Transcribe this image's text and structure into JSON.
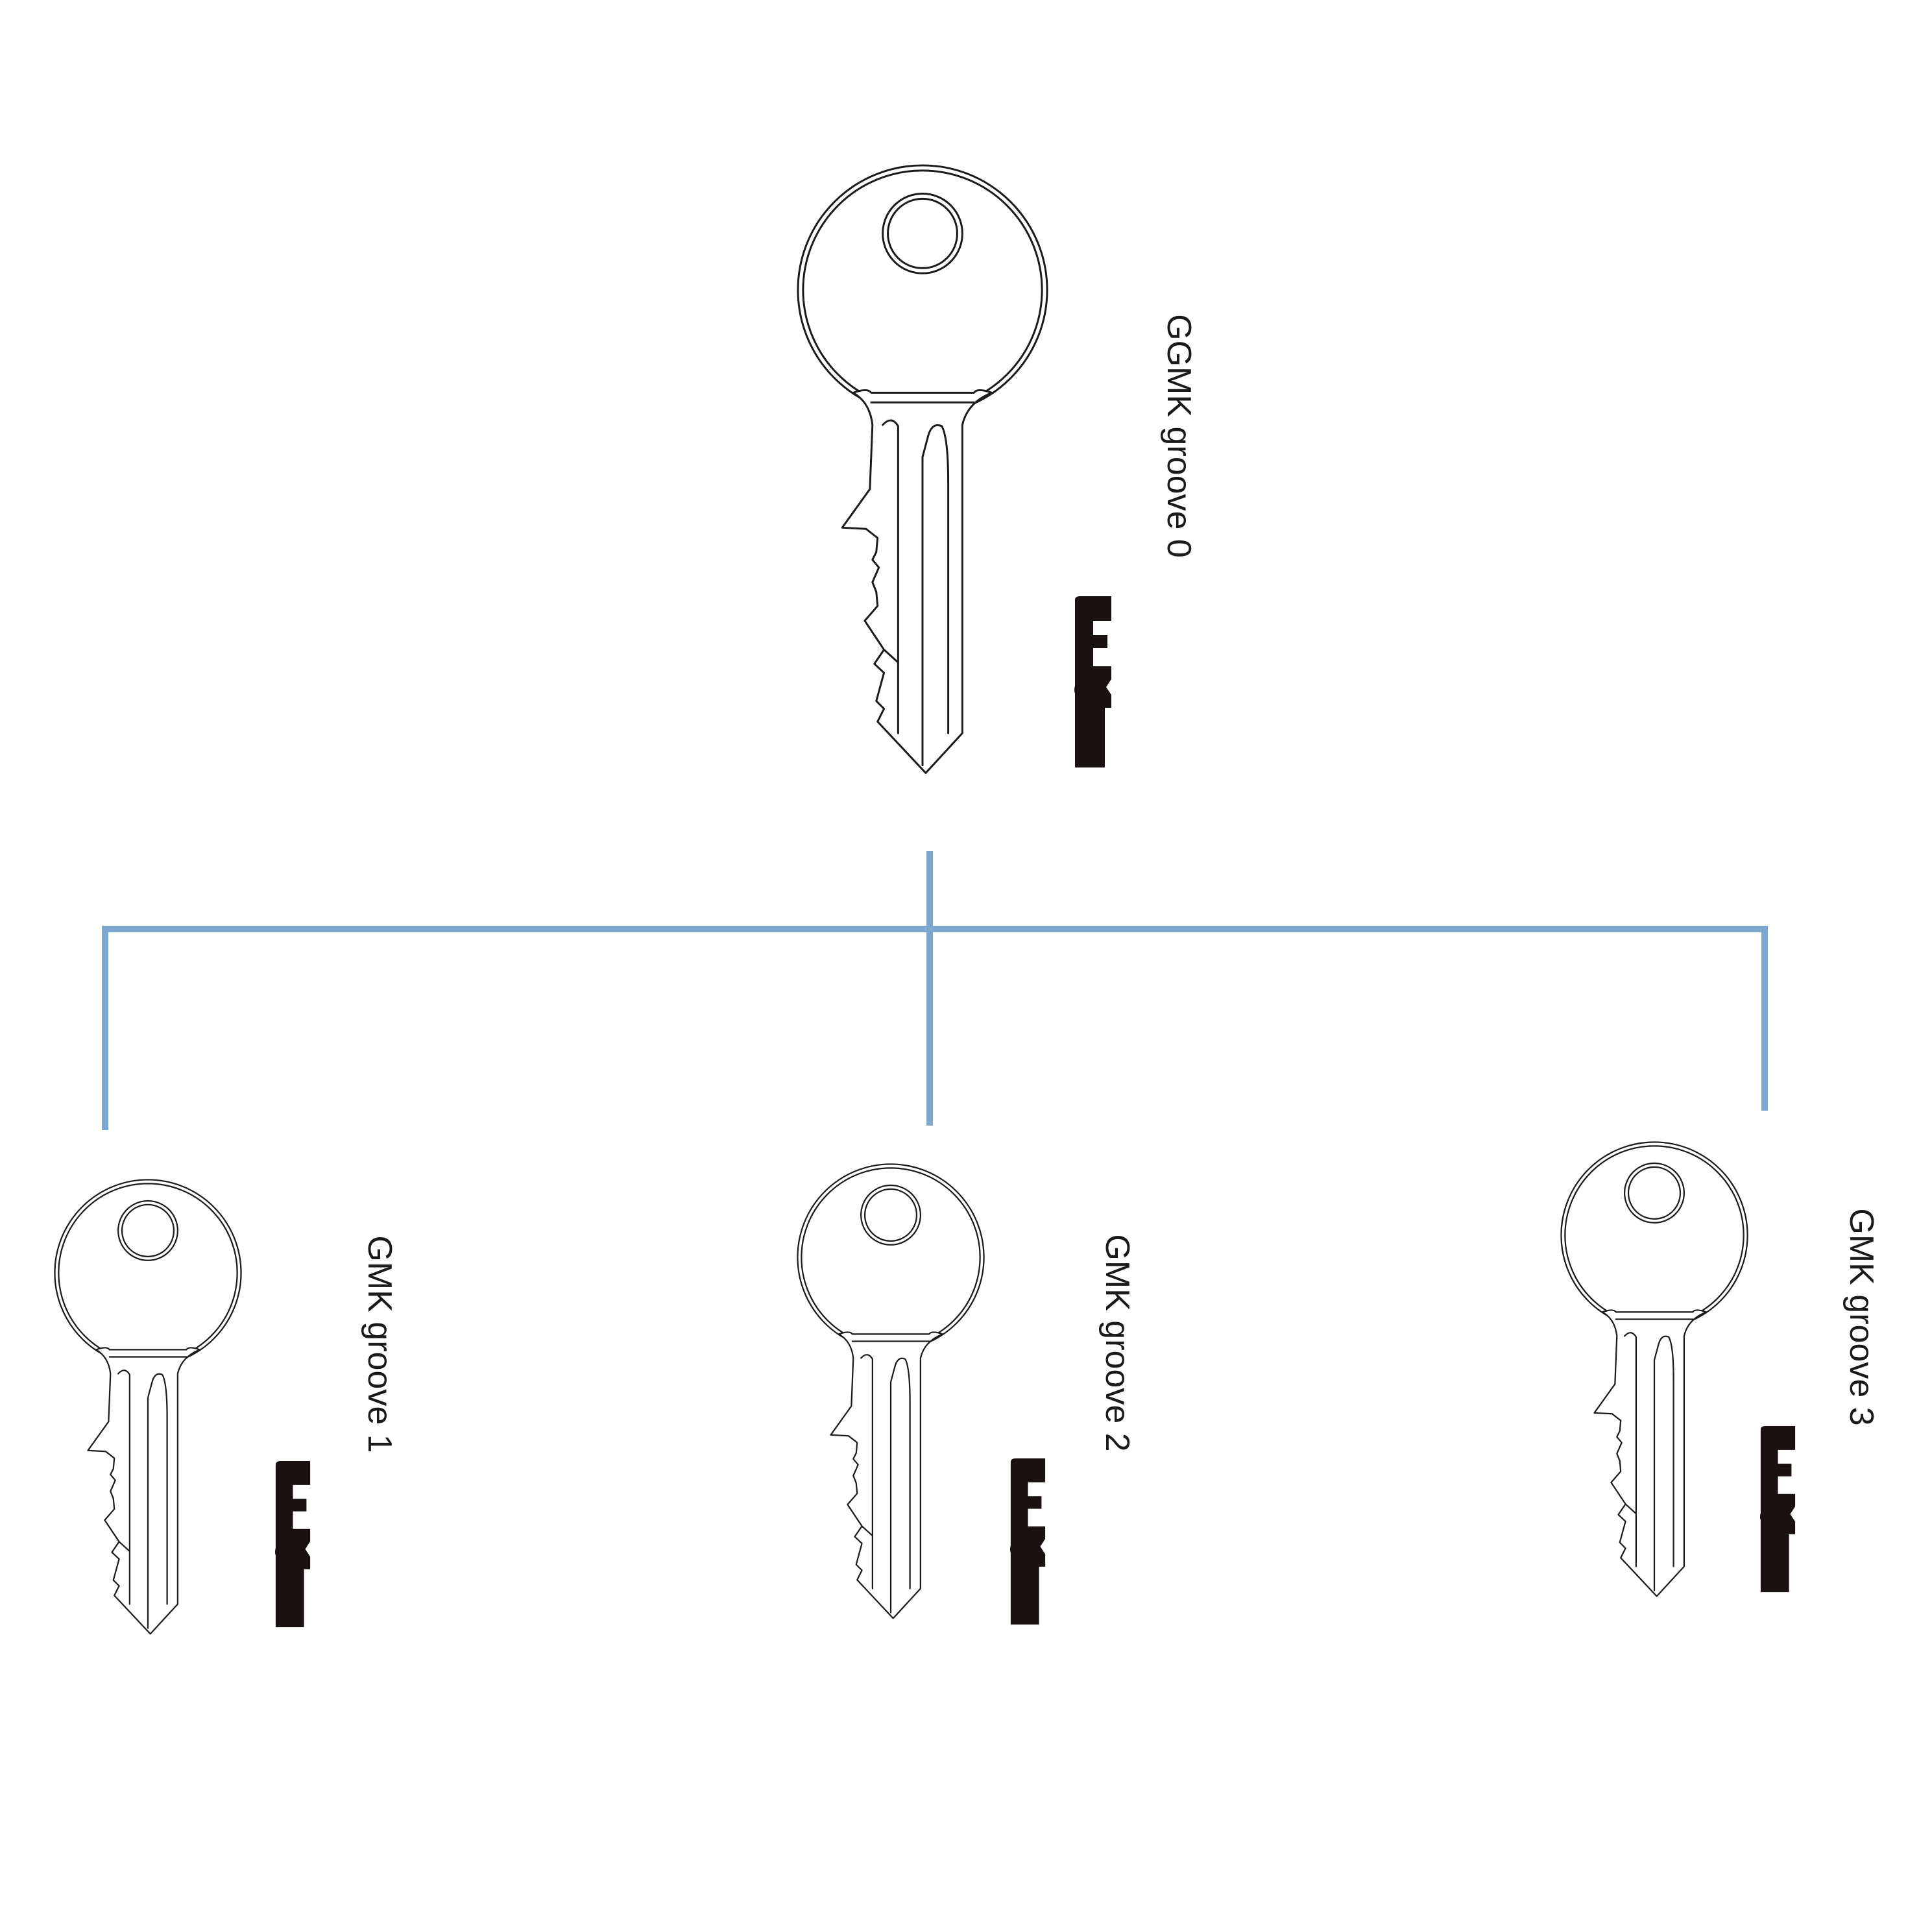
{
  "colors": {
    "connector": "#7ea6cf",
    "key_outline": "#1a1a1a",
    "profile_fill": "#1a1210",
    "background": "#ffffff"
  },
  "hierarchy": {
    "root": {
      "label": "GGMK groove 0"
    },
    "children": [
      {
        "label": "GMK groove 1"
      },
      {
        "label": "GMK groove 2"
      },
      {
        "label": "GMK groove 3"
      }
    ]
  }
}
